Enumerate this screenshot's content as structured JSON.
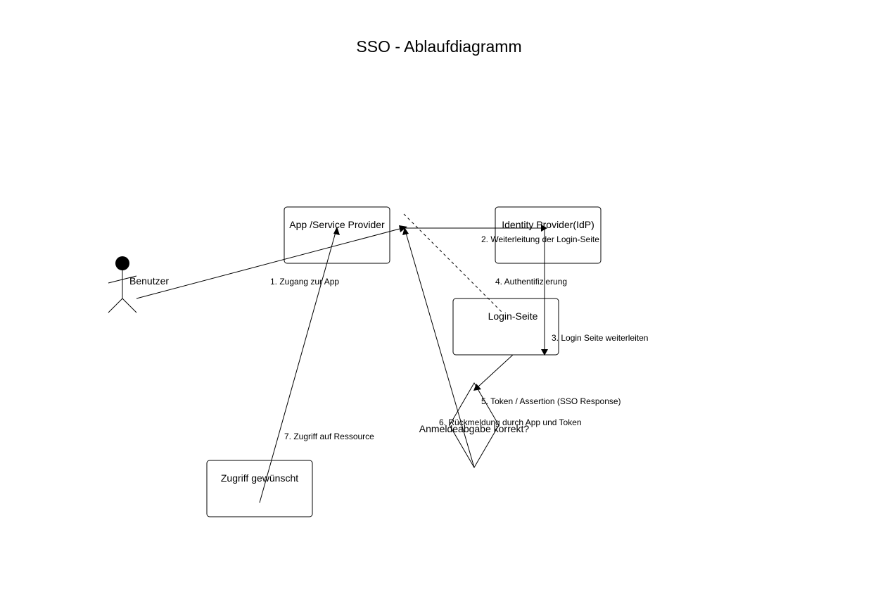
{
  "diagram": {
    "title": "SSO - Ablaufdiagramm",
    "nodes": {
      "actor": "Benutzer",
      "app": "App /Service Provider",
      "idp": "Identity Provider(IdP)",
      "login": "Login-Seite",
      "decision": "Anmeldeabgabe korrekt?",
      "access": "Zugriff gewünscht"
    },
    "edges": {
      "e1": "1. Zugang zur App",
      "e2": "2. Weiterleitung der Login-Seite",
      "e3": "3. Login Seite weiterleiten",
      "e4": "4. Authentifizierung",
      "e5": "5. Token / Assertion (SSO Response)",
      "e6": "6. Rückmeldung durch App und Token",
      "e7": "7. Zugriff auf Ressource"
    }
  }
}
